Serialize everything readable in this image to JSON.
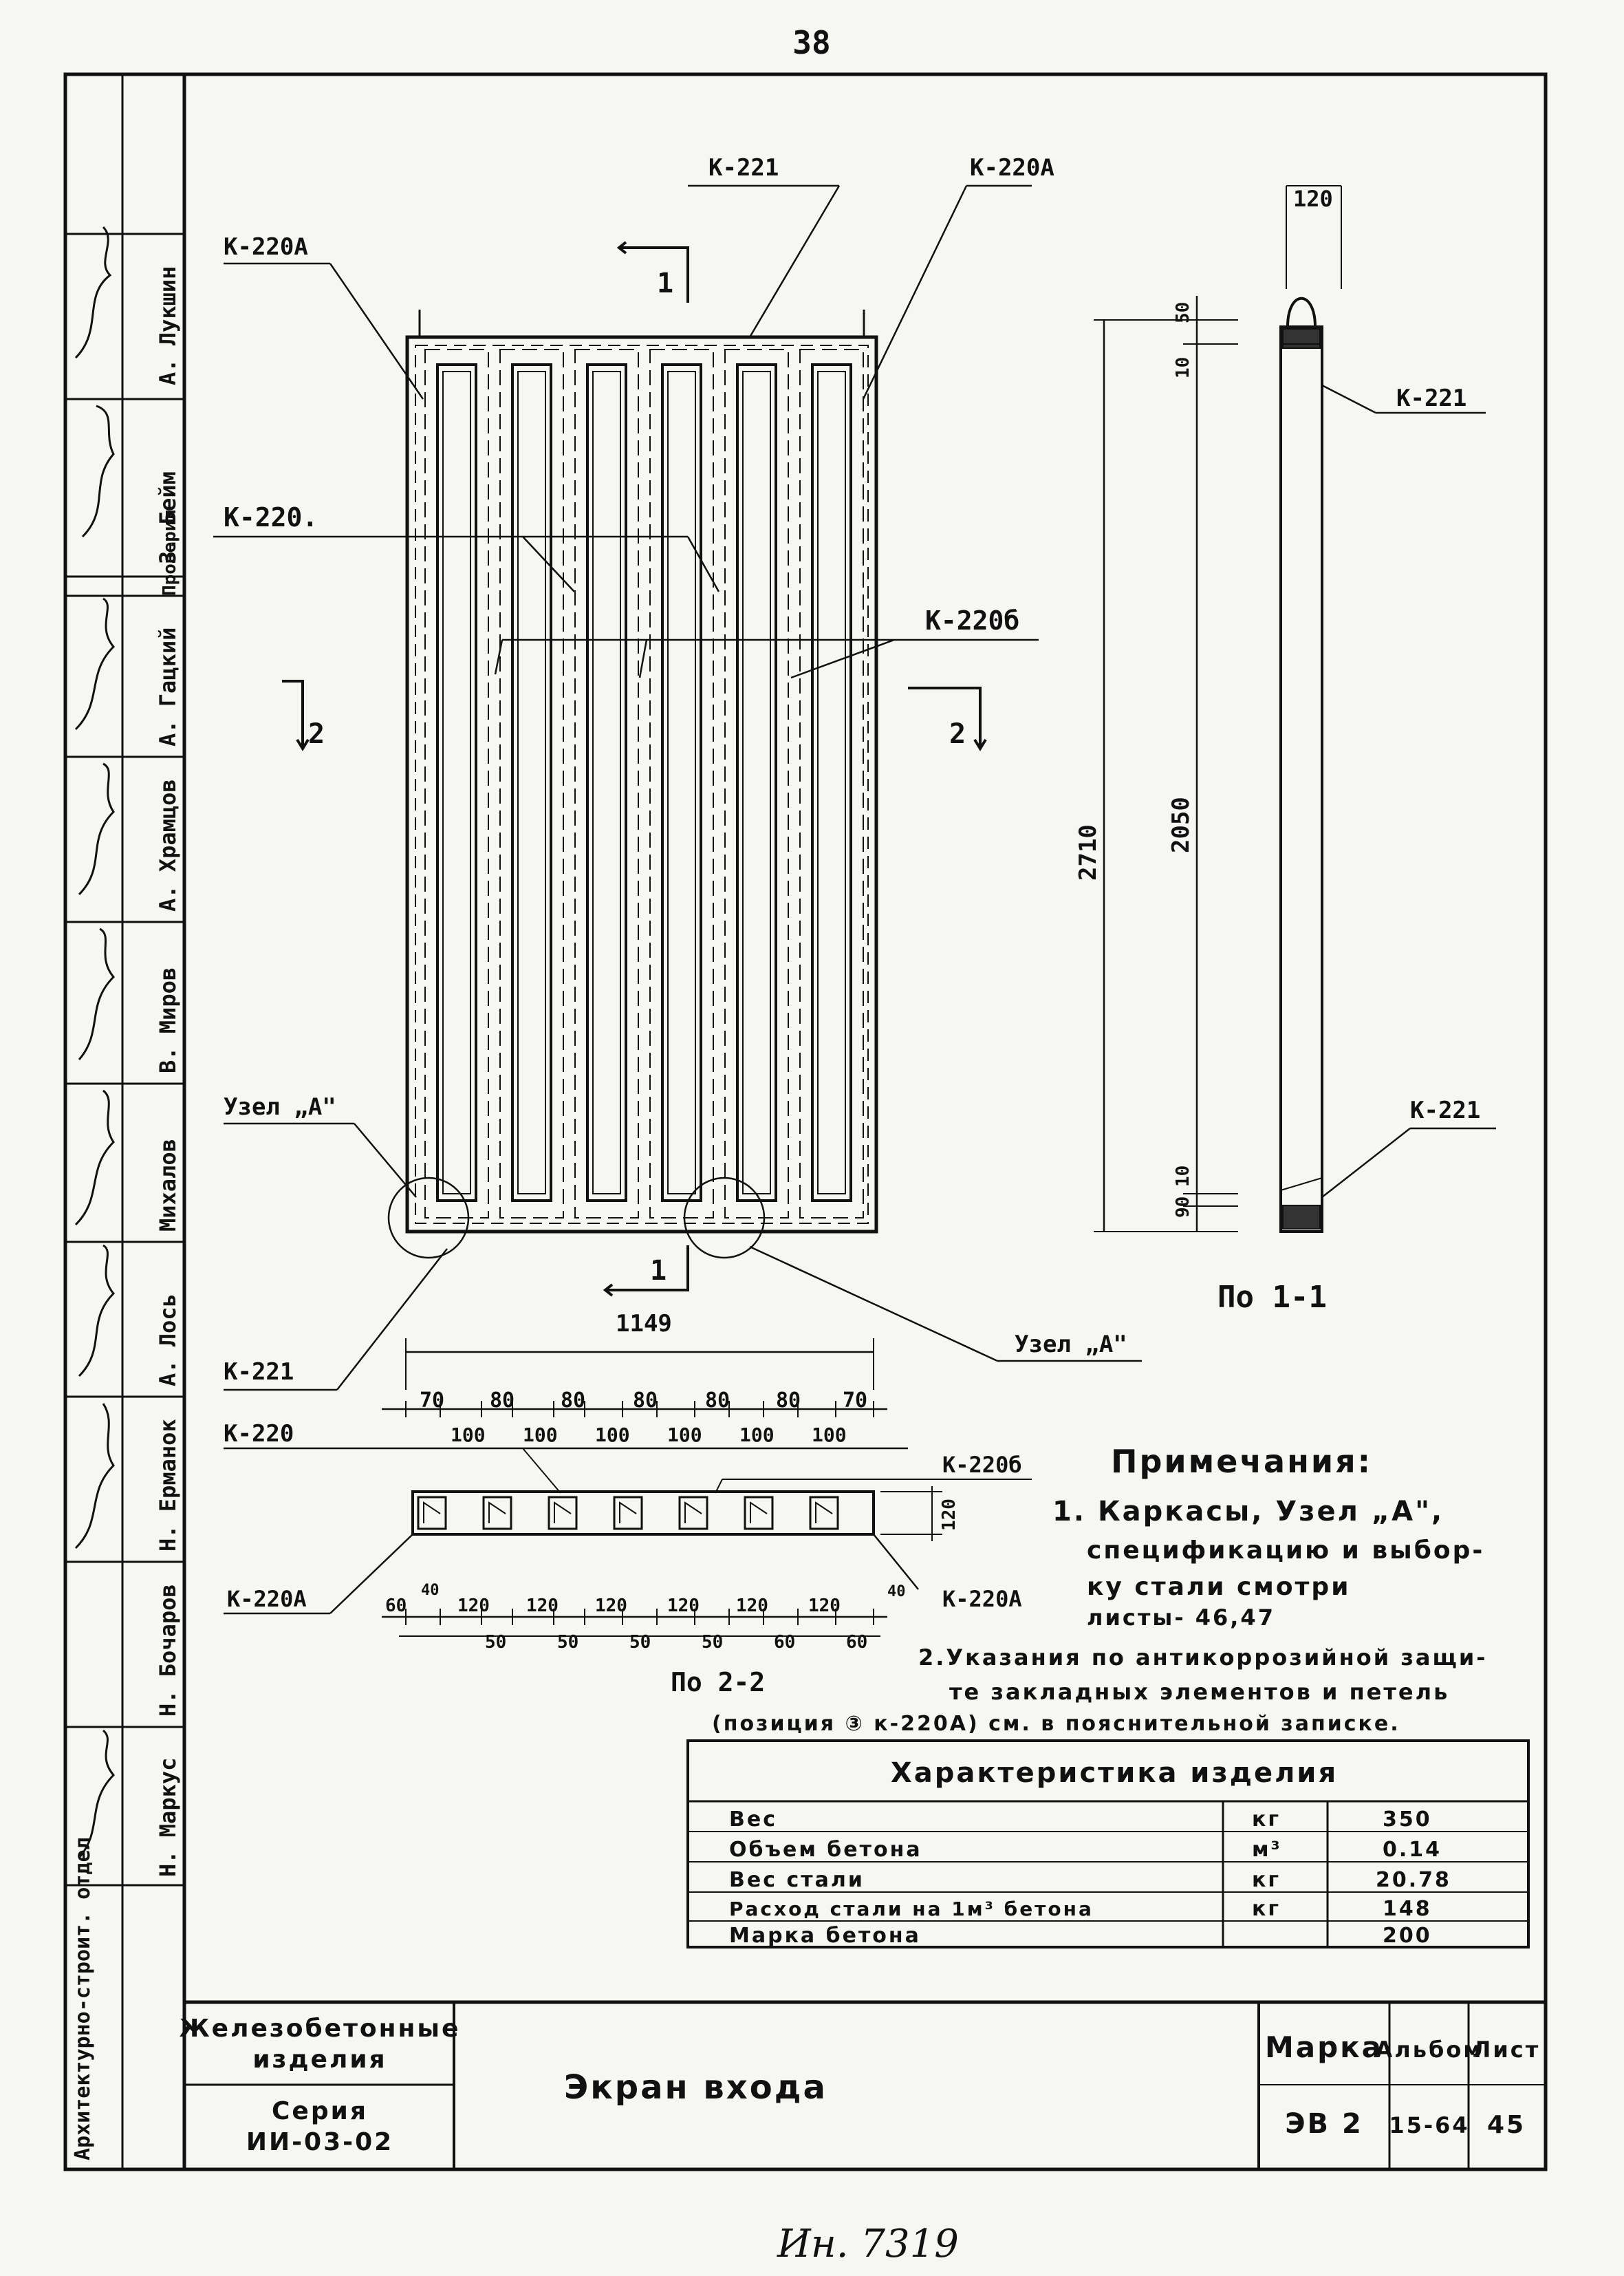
{
  "page_number": "38",
  "drawing": {
    "panel_labels": {
      "top_k221": "К-221",
      "top_right_k220a": "К-220А",
      "top_left_k220a": "К-220А",
      "k220_left": "К-220.",
      "k220b_right": "К-220б",
      "node_a_left": "Узел „А\"",
      "node_a_right": "Узел „А\"",
      "k221_bottom_left": "К-221"
    },
    "section_marks": {
      "s1_top": "1",
      "s1_bottom": "1",
      "s2_left": "2",
      "s2_right": "2"
    },
    "side_view": {
      "width_dim": "120",
      "dims": {
        "d2710": "2710",
        "d2050": "2050",
        "d50": "50",
        "d10_top": "10",
        "d90": "90",
        "d10_bottom": "10"
      },
      "k221_top": "К-221",
      "k221_bottom": "К-221",
      "section_title": "По 1-1"
    },
    "section_22": {
      "total": "1149",
      "top_row": [
        "70",
        "80",
        "80",
        "80",
        "80",
        "80",
        "70"
      ],
      "second_row": [
        "100",
        "100",
        "100",
        "100",
        "100",
        "100"
      ],
      "bottom_row": [
        "60",
        "120",
        "120",
        "120",
        "120",
        "120",
        "120"
      ],
      "small_row": [
        "50",
        "50",
        "50",
        "50",
        "60",
        "60"
      ],
      "side_40_left": "40",
      "side_40_right": "40",
      "height_120": "120",
      "k220_left": "К-220",
      "k220b": "К-220б",
      "k220a_left": "К-220А",
      "k220a_right": "К-220А",
      "title": "По 2-2"
    }
  },
  "notes": {
    "heading": "Примечания:",
    "line1": "1. Каркасы, Узел „А\",",
    "line2": "спецификацию и выбор-",
    "line3": "ку стали смотри",
    "line4": "листы- 46,47",
    "line5": "2.Указания по антикоррозийной защи-",
    "line6": "те закладных элементов и петель",
    "line7": "(позиция ③ к-220А) см. в пояснительной записке."
  },
  "characteristics": {
    "title": "Характеристика изделия",
    "rows": [
      {
        "name": "Вес",
        "unit": "кг",
        "value": "350"
      },
      {
        "name": "Объем бетона",
        "unit": "м³",
        "value": "0.14"
      },
      {
        "name": "Вес стали",
        "unit": "кг",
        "value": "20.78"
      },
      {
        "name": "Расход стали на 1м³ бетона",
        "unit": "кг",
        "value": "148"
      },
      {
        "name": "Марка бетона",
        "unit": "",
        "value": "200"
      }
    ]
  },
  "title_block": {
    "category_line1": "Железобетонные",
    "category_line2": "изделия",
    "series_label": "Серия",
    "series_value": "ИИ-03-02",
    "name": "Экран входа",
    "mark_label": "Марка",
    "mark_value": "ЭВ 2",
    "album_label": "Альбом",
    "album_value": "15-64",
    "sheet_label": "Лист",
    "sheet_value": "45"
  },
  "stamp_column": {
    "dept": "Архитектурно-строит. отдел",
    "names": [
      "А. Лукшин",
      "З. Бейм",
      "А. Гацкий",
      "А. Храмцов",
      "В. Миров",
      "Михалов",
      "А. Лось",
      "Н. Ерманок",
      "Н. Бочаров",
      "Н. Маркус"
    ],
    "role": "Проверил"
  },
  "inventory_number": "Ин. 7319"
}
